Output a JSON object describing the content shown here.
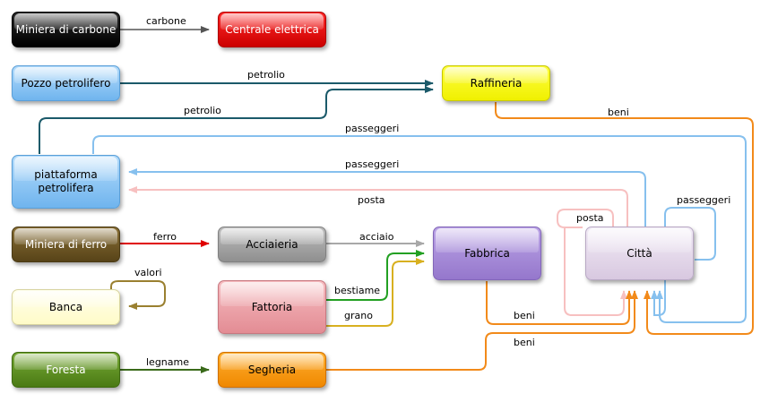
{
  "colors": {
    "coal": "#121212",
    "power": "#ee0000",
    "oil": "#8ec8f6",
    "refinery": "#ffff00",
    "iron": "#6b5522",
    "steel": "#a3a3a3",
    "factory": "#a68ad8",
    "city": "#e6dbec",
    "bank": "#fffde0",
    "farm": "#eea3a9",
    "forest": "#5e9021",
    "sawmill": "#ff9900"
  },
  "nodes": {
    "coal_mine": "Miniera di carbone",
    "power_station": "Centrale elettrica",
    "oil_well": "Pozzo petrolifero",
    "refinery": "Raffineria",
    "oil_rig": "piattaforma petrolifera",
    "iron_mine": "Miniera di ferro",
    "steel_mill": "Acciaieria",
    "factory": "Fabbrica",
    "city": "Città",
    "bank": "Banca",
    "farm": "Fattoria",
    "forest": "Foresta",
    "sawmill": "Segheria"
  },
  "edges": {
    "coal": "carbone",
    "oil_well": "petrolio",
    "oil_rig": "petrolio",
    "goods_refinery": "beni",
    "passengers_rig_out": "passeggeri",
    "passengers_rig_in": "passeggeri",
    "mail": "posta",
    "iron": "ferro",
    "steel": "acciaio",
    "valuables": "valori",
    "livestock": "bestiame",
    "grain": "grano",
    "goods_factory": "beni",
    "goods_sawmill": "beni",
    "wood": "legname",
    "mail_city": "posta",
    "passengers_city": "passeggeri"
  }
}
